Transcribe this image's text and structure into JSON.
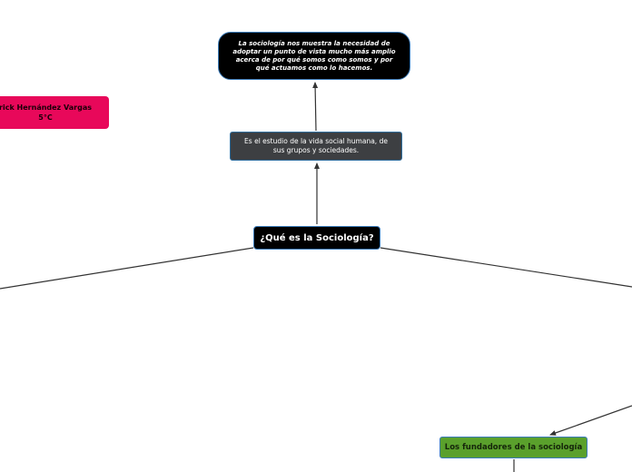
{
  "map": {
    "central": {
      "label": "¿Qué es la Sociología?"
    },
    "definition": {
      "label": "Es el estudio de la vida social humana, de sus grupos y sociedades."
    },
    "quote": {
      "label": "La sociología nos muestra la necesidad de adoptar un punto de vista mucho más amplio acerca de por qué somos como somos y por qué actuamos como lo hacemos."
    },
    "author": {
      "name": "rick Hernández Vargas",
      "group": "5°C"
    },
    "founders": {
      "label": "Los fundadores de la sociología"
    }
  },
  "colors": {
    "central_bg": "#000000",
    "definition_bg": "#3d3f42",
    "quote_bg": "#000000",
    "author_bg": "#e8085a",
    "founders_bg": "#5aa02c",
    "node_border": "#3a7ab8",
    "connector": "#333333"
  }
}
